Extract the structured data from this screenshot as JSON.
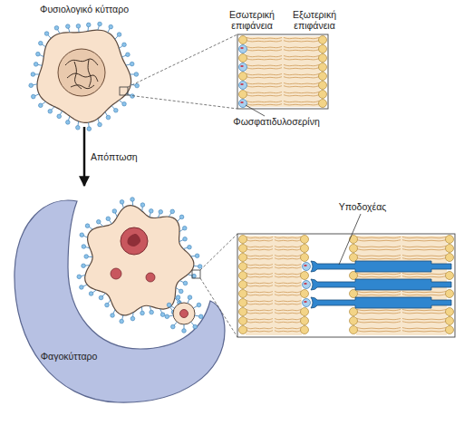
{
  "diagram": {
    "nodes": [
      {
        "text": [
          "Φυσιολογικό κύτταρο"
        ]
      },
      {
        "text": [
          "Εσωτερική επιφάνεια",
          "Εξωτερική επιφάνεια"
        ]
      },
      {
        "text": [
          "Φαγοκύτταρο"
        ]
      }
    ],
    "edges": [
      {
        "from": 0,
        "to": 2,
        "label": "Απόπτωση",
        "arrow": "to"
      }
    ],
    "labels": [
      "Φωσφατιδυλοσερίνη",
      "Υποδοχέας"
    ]
  }
}
